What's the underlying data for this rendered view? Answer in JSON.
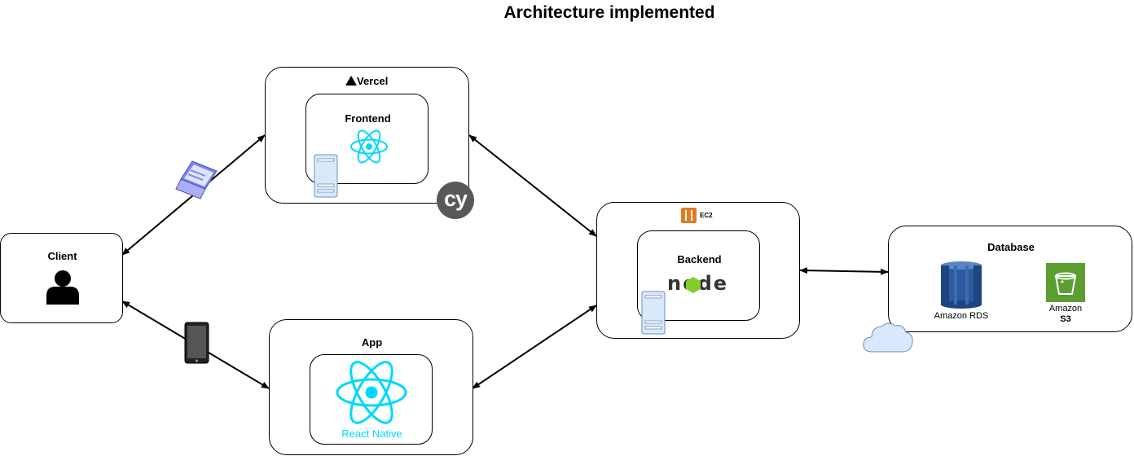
{
  "title": "Architecture implemented",
  "nodes": {
    "client": {
      "label": "Client"
    },
    "vercel": {
      "label": "Vercel"
    },
    "frontend": {
      "label": "Frontend"
    },
    "app": {
      "label": "App"
    },
    "react_native": {
      "label": "React Native"
    },
    "ec2": {
      "label": "EC2"
    },
    "backend": {
      "label": "Backend"
    },
    "node_logo": {
      "label": "node"
    },
    "database": {
      "label": "Database"
    },
    "rds": {
      "label": "Amazon RDS"
    },
    "s3": {
      "label_line1": "Amazon",
      "label_line2": "S3"
    },
    "cypress": {
      "label": "cy"
    }
  },
  "colors": {
    "react": "#00d8ff",
    "node_green": "#83cd29",
    "node_dark": "#333333",
    "aws_orange": "#e07b1f",
    "rds_blue": "#2d5a9e",
    "s3_green": "#5c9e31",
    "server_fill": "#dae8fc",
    "server_stroke": "#6c8ebf",
    "laptop": "#7b83eb",
    "cloud_fill": "#dae8fc"
  },
  "icons": [
    "user-icon",
    "laptop-icon",
    "phone-icon",
    "server-icon",
    "react-icon",
    "cypress-icon",
    "vercel-logo",
    "ec2-icon",
    "node-logo",
    "rds-icon",
    "s3-icon",
    "cloud-icon"
  ]
}
